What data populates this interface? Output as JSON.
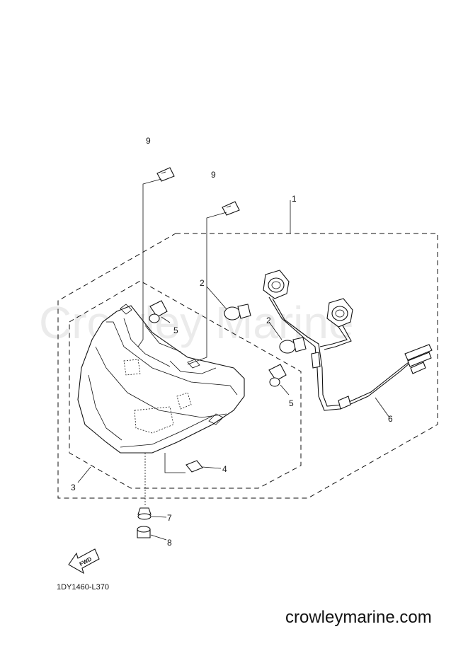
{
  "diagram": {
    "callouts": [
      "1",
      "2",
      "2",
      "3",
      "4",
      "5",
      "5",
      "6",
      "7",
      "8",
      "9",
      "9"
    ],
    "drawing_code": "1DY1460-L370",
    "direction_label": "FWD",
    "watermark": "Crowley Marine",
    "website": "crowleymarine.com"
  }
}
